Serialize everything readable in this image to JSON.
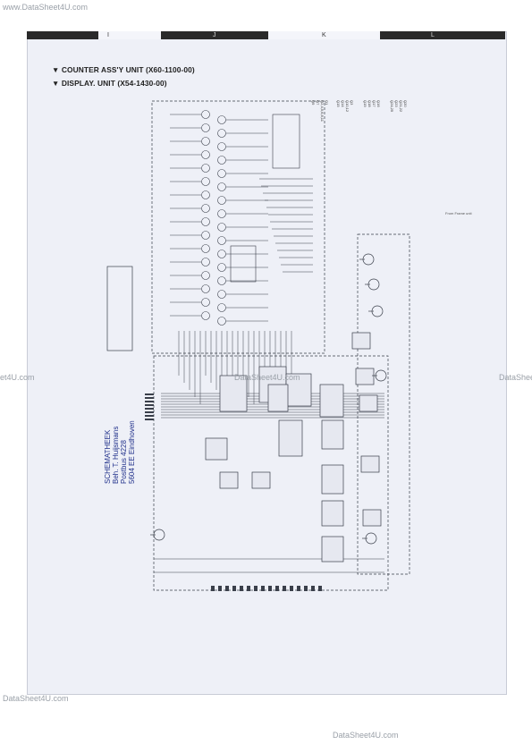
{
  "watermarks": {
    "top_left": "www.DataSheet4U.com",
    "mid_left": "et4U.com",
    "mid_center": "DataSheet4U.com",
    "mid_right": "DataShee",
    "bottom_left": "DataSheet4U.com",
    "bottom_right": "DataSheet4U.com"
  },
  "zone_markers": [
    "I",
    "J",
    "K",
    "L"
  ],
  "headings": {
    "counter": "▼ COUNTER ASS'Y UNIT (X60-1100-00)",
    "display": "▼ DISPLAY. UNIT (X54-1430-00)"
  },
  "stamp": {
    "line1": "SCHEMATHEEK",
    "line2": "Beh. T. Huijsmans",
    "line3": "Postbus 4228",
    "line4": "5604 EE Eindhoven"
  },
  "from_note": "From Frame unit",
  "parts_columns": [
    [
      "Q1",
      "Q2,4,5,6,8,11",
      "Q7",
      "Q9"
    ],
    [
      "Q3",
      "Q10,12",
      "Q14",
      "Q15"
    ],
    [
      "Q16",
      "Q17",
      "Q18",
      "Q19"
    ],
    [
      "Q20",
      "Q21,22",
      "Q23",
      "Q24,25"
    ]
  ]
}
